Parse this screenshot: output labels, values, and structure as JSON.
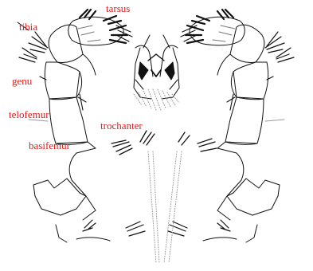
{
  "colors": {
    "label": "#e01b1b",
    "line": "#111111",
    "stipple": "#9a9a9a"
  },
  "labels": {
    "tarsus": "tarsus",
    "tibia": "tibia",
    "genu": "genu",
    "telofemur": "telofemur",
    "trochanter": "trochanter",
    "basifemur": "basifemur"
  }
}
